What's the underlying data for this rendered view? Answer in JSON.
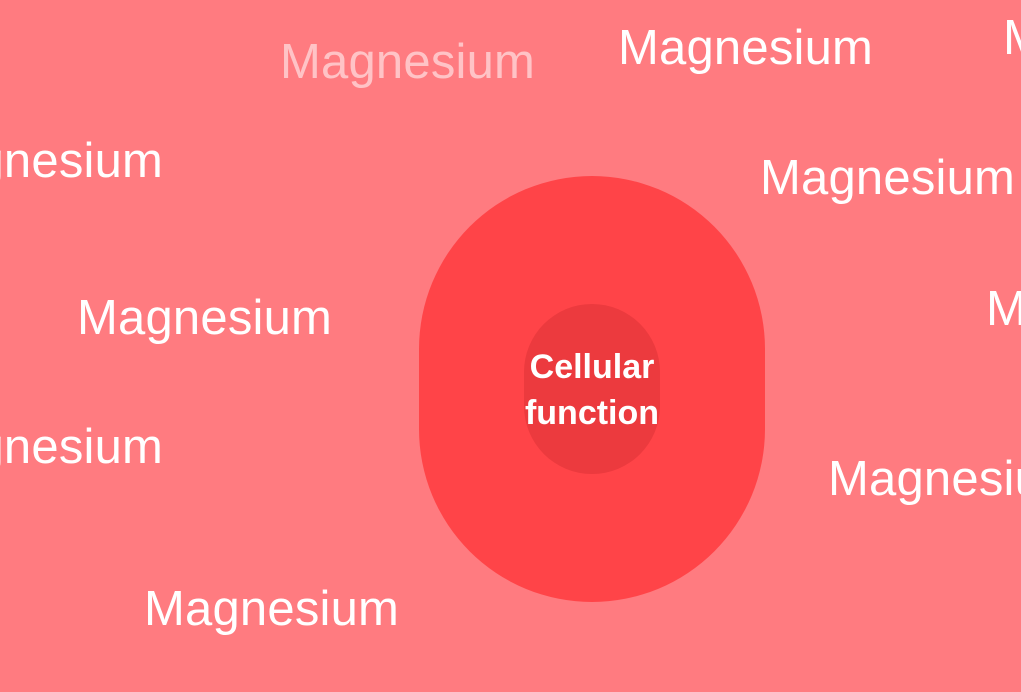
{
  "labels": {
    "element": "Magnesium",
    "cell_line1": "Cellular",
    "cell_line2": "function"
  },
  "colors": {
    "background": "#ff7b80",
    "cell": "#ff4448",
    "nucleus": "#ec3a3e",
    "text": "#ffffff"
  }
}
